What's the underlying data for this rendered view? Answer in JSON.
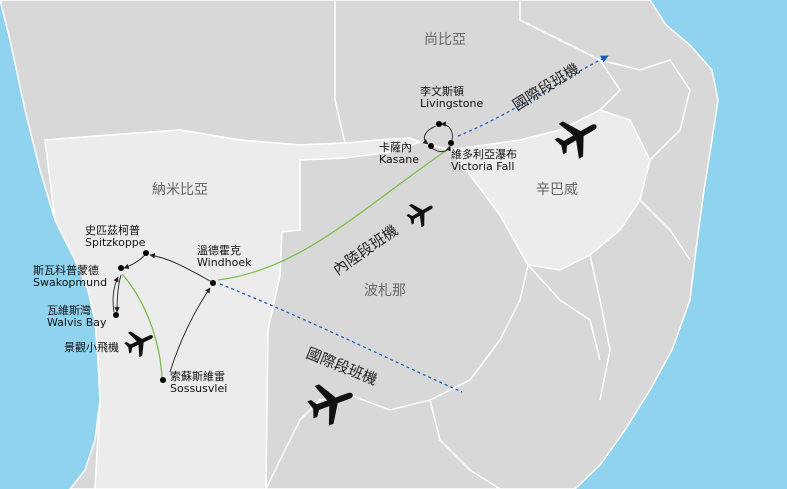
{
  "countries": {
    "zambia": "尚比亞",
    "namibia": "納米比亞",
    "zimbabwe": "辛巴威",
    "botswana": "波札那"
  },
  "places": {
    "spitzkoppe": {
      "zh": "史匹茲柯普",
      "en": "Spitzkoppe"
    },
    "swakopmund": {
      "zh": "斯瓦科普蒙德",
      "en": "Swakopmund"
    },
    "walvis_bay": {
      "zh": "瓦維斯灣",
      "en": "Walvis Bay"
    },
    "windhoek": {
      "zh": "溫德霍克",
      "en": "Windhoek"
    },
    "sossusvlei": {
      "zh": "索蘇斯維雷",
      "en": "Sossusvlei"
    },
    "livingstone": {
      "zh": "李文斯頓",
      "en": "Livingstone"
    },
    "kasane": {
      "zh": "卡薩內",
      "en": "Kasane"
    },
    "victoria_falls": {
      "zh": "維多利亞瀑布",
      "en": "Victoria Fall"
    }
  },
  "routes": {
    "international": "國際段班機",
    "domestic": "內陸段班機",
    "scenic": "景觀小飛機"
  },
  "colors": {
    "sea": "#8fd3ee",
    "land": "#d8d8d8",
    "highlight_land": "#ececec",
    "border": "#ffffff",
    "domestic_route": "#7cbf4a",
    "international_route": "#1f5fbf",
    "road": "#222222"
  },
  "icons": [
    "airplane-icon",
    "location-dot"
  ]
}
